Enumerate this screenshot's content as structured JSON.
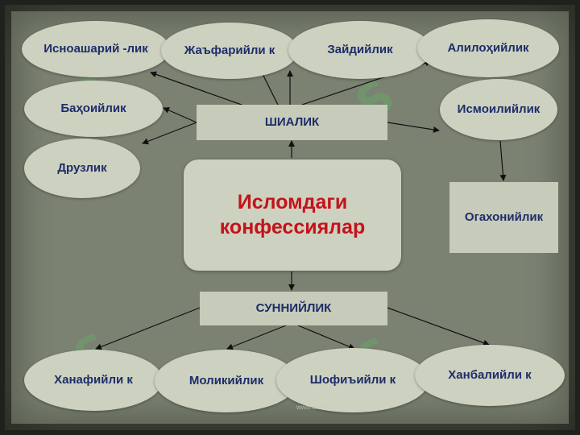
{
  "center": {
    "title": "Исломдаги конфессиялар"
  },
  "shia": {
    "label": "ШИАЛИК",
    "branches": [
      "Исноашарий -лик",
      "Жаъфарийли к",
      "Зайдийлик",
      "Алилоҳийлик",
      "Баҳоийлик",
      "Исмоилийлик",
      "Друзлик"
    ],
    "sub": "Огахонийлик"
  },
  "sunni": {
    "label": "СУННИЙЛИК",
    "branches": [
      "Ханафийли к",
      "Моликийлик",
      "Шофиъийли к",
      "Ханбалийли к"
    ]
  },
  "footer": "www.arxiv.uz",
  "colors": {
    "node_text": "#1d2d6a",
    "center_text": "#c5121b",
    "node_fill": "#cdd1bf",
    "background": "#7b8272"
  }
}
